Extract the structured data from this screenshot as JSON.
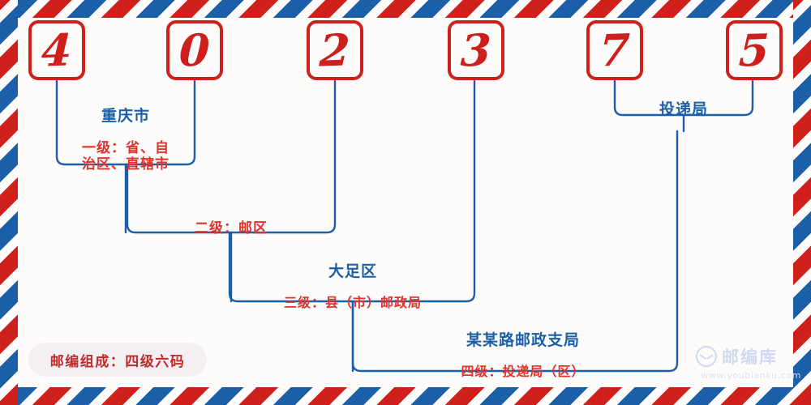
{
  "postcode": {
    "digits": [
      {
        "value": "4",
        "name": "postcode-digit-1"
      },
      {
        "value": "0",
        "name": "postcode-digit-2"
      },
      {
        "value": "2",
        "name": "postcode-digit-3"
      },
      {
        "value": "3",
        "name": "postcode-digit-4"
      },
      {
        "value": "7",
        "name": "postcode-digit-5"
      },
      {
        "value": "5",
        "name": "postcode-digit-6"
      }
    ],
    "full": "402375"
  },
  "levels": [
    {
      "id": "level-1",
      "title": "重庆市",
      "subtitle": "一级：省、自\n治区、直辖市",
      "spans_digits": "1-2"
    },
    {
      "id": "level-2",
      "title": "",
      "subtitle": "二级：邮区",
      "spans_digits": "1-3"
    },
    {
      "id": "level-3",
      "title": "大足区",
      "subtitle": "三级：县（市）邮政局",
      "spans_digits": "2-4"
    },
    {
      "id": "level-4",
      "title": "某某路邮政支局",
      "subtitle": "四级：投递局（区）",
      "spans_digits": "3-6"
    }
  ],
  "delivery_office": {
    "label": "投递局",
    "spans_digits": "5-6"
  },
  "footer": {
    "badge_text": "邮编组成：四级六码"
  },
  "watermark": {
    "brand": "邮编库",
    "url": "www.youbianku.com",
    "icon": "envelope-circle-icon"
  },
  "colors": {
    "red": "#d0201c",
    "blue": "#1b5fa8",
    "sub_red": "#e0332c",
    "paper": "#fdfcfb",
    "badge_bg": "#f3eff3",
    "watermark": "#cfd9ef"
  }
}
